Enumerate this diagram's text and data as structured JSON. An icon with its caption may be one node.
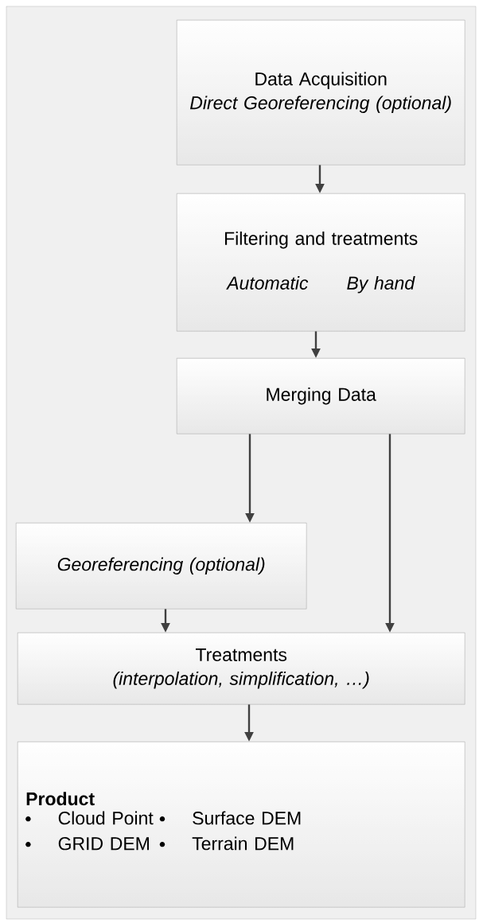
{
  "diagram": {
    "nodes": [
      {
        "text": [
          "Data Acquisition",
          "Direct Georeferencing (optional)"
        ]
      },
      {
        "text": [
          "Filtering and treatments",
          "Automatic",
          "By hand"
        ]
      },
      {
        "text": [
          "Merging Data"
        ]
      },
      {
        "text": [
          "Georeferencing (optional)"
        ]
      },
      {
        "text": [
          "Treatments",
          "(interpolation, simplification, …)"
        ]
      },
      {
        "text": [
          "Product",
          "Cloud Point",
          "GRID DEM",
          "Surface DEM",
          "Terrain DEM"
        ]
      }
    ],
    "edges": [
      {
        "from": 0,
        "to": 1,
        "arrow": "to"
      },
      {
        "from": 1,
        "to": 2,
        "arrow": "to"
      },
      {
        "from": 2,
        "to": 3,
        "arrow": "to"
      },
      {
        "from": 2,
        "to": 4,
        "arrow": "to"
      },
      {
        "from": 3,
        "to": 4,
        "arrow": "to"
      },
      {
        "from": 4,
        "to": 5,
        "arrow": "to"
      }
    ]
  }
}
